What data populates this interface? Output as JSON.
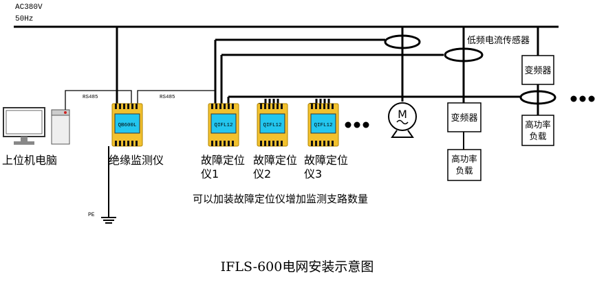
{
  "supply": {
    "voltage": "AC380V",
    "freq": "50Hz"
  },
  "rs485": "RS485",
  "pe": "PE",
  "pc_label": "上位机电脑",
  "insulation_monitor": {
    "screen": "QB600L",
    "label": "绝缘监测仪"
  },
  "locators": [
    {
      "screen": "QIFL12",
      "label_line1": "故障定位",
      "label_line2": "仪1"
    },
    {
      "screen": "QIFL12",
      "label_line1": "故障定位",
      "label_line2": "仪2"
    },
    {
      "screen": "QIFL12",
      "label_line1": "故障定位",
      "label_line2": "仪3"
    }
  ],
  "sensor_label": "低频电流传感器",
  "motor_symbol": "M",
  "vfd_label": "变频器",
  "load_line1": "高功率",
  "load_line2": "负载",
  "note": "可以加装故障定位仪增加监测支路数量",
  "caption": "IFLS-600电网安装示意图",
  "colors": {
    "device": "#f2c12e",
    "screen": "#23c6ef",
    "line": "#000000"
  }
}
